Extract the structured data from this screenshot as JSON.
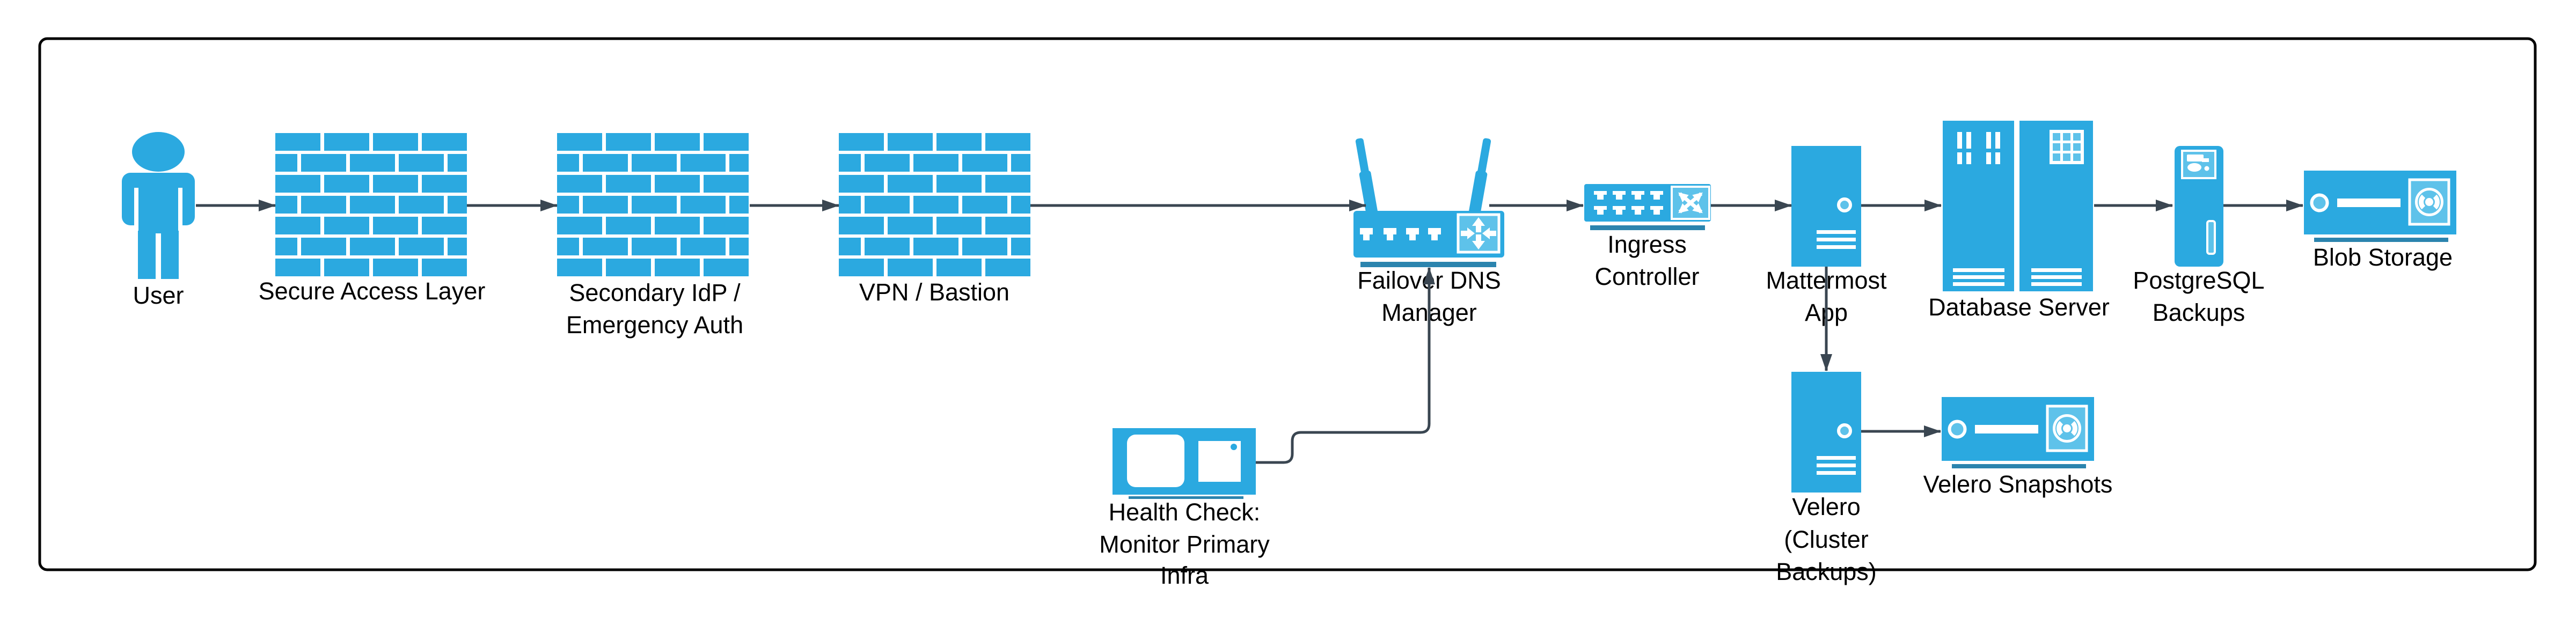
{
  "colors": {
    "node_blue": "#2BA9E0",
    "node_blue_light": "#5EC2EA",
    "node_shadow": "#2B84AE",
    "edge": "#3A4651",
    "frame": "#000000",
    "label": "#000000"
  },
  "nodes": {
    "user": {
      "label": "User"
    },
    "secure_access_layer": {
      "label": "Secure Access Layer"
    },
    "secondary_idp": {
      "lines": [
        "Secondary IdP /",
        "Emergency Auth"
      ]
    },
    "vpn_bastion": {
      "label": "VPN / Bastion"
    },
    "failover_dns": {
      "lines": [
        "Failover DNS",
        "Manager"
      ]
    },
    "ingress_controller": {
      "lines": [
        "Ingress",
        "Controller"
      ]
    },
    "mattermost_app": {
      "lines": [
        "Mattermost",
        "App"
      ]
    },
    "database_server": {
      "label": "Database Server"
    },
    "postgresql_backups": {
      "lines": [
        "PostgreSQL",
        "Backups"
      ]
    },
    "blob_storage": {
      "label": "Blob Storage"
    },
    "health_check": {
      "lines": [
        "Health Check:",
        "Monitor Primary",
        "Infra"
      ]
    },
    "velero": {
      "lines": [
        "Velero",
        "(Cluster",
        "Backups)"
      ]
    },
    "velero_snapshots": {
      "label": "Velero Snapshots"
    }
  }
}
